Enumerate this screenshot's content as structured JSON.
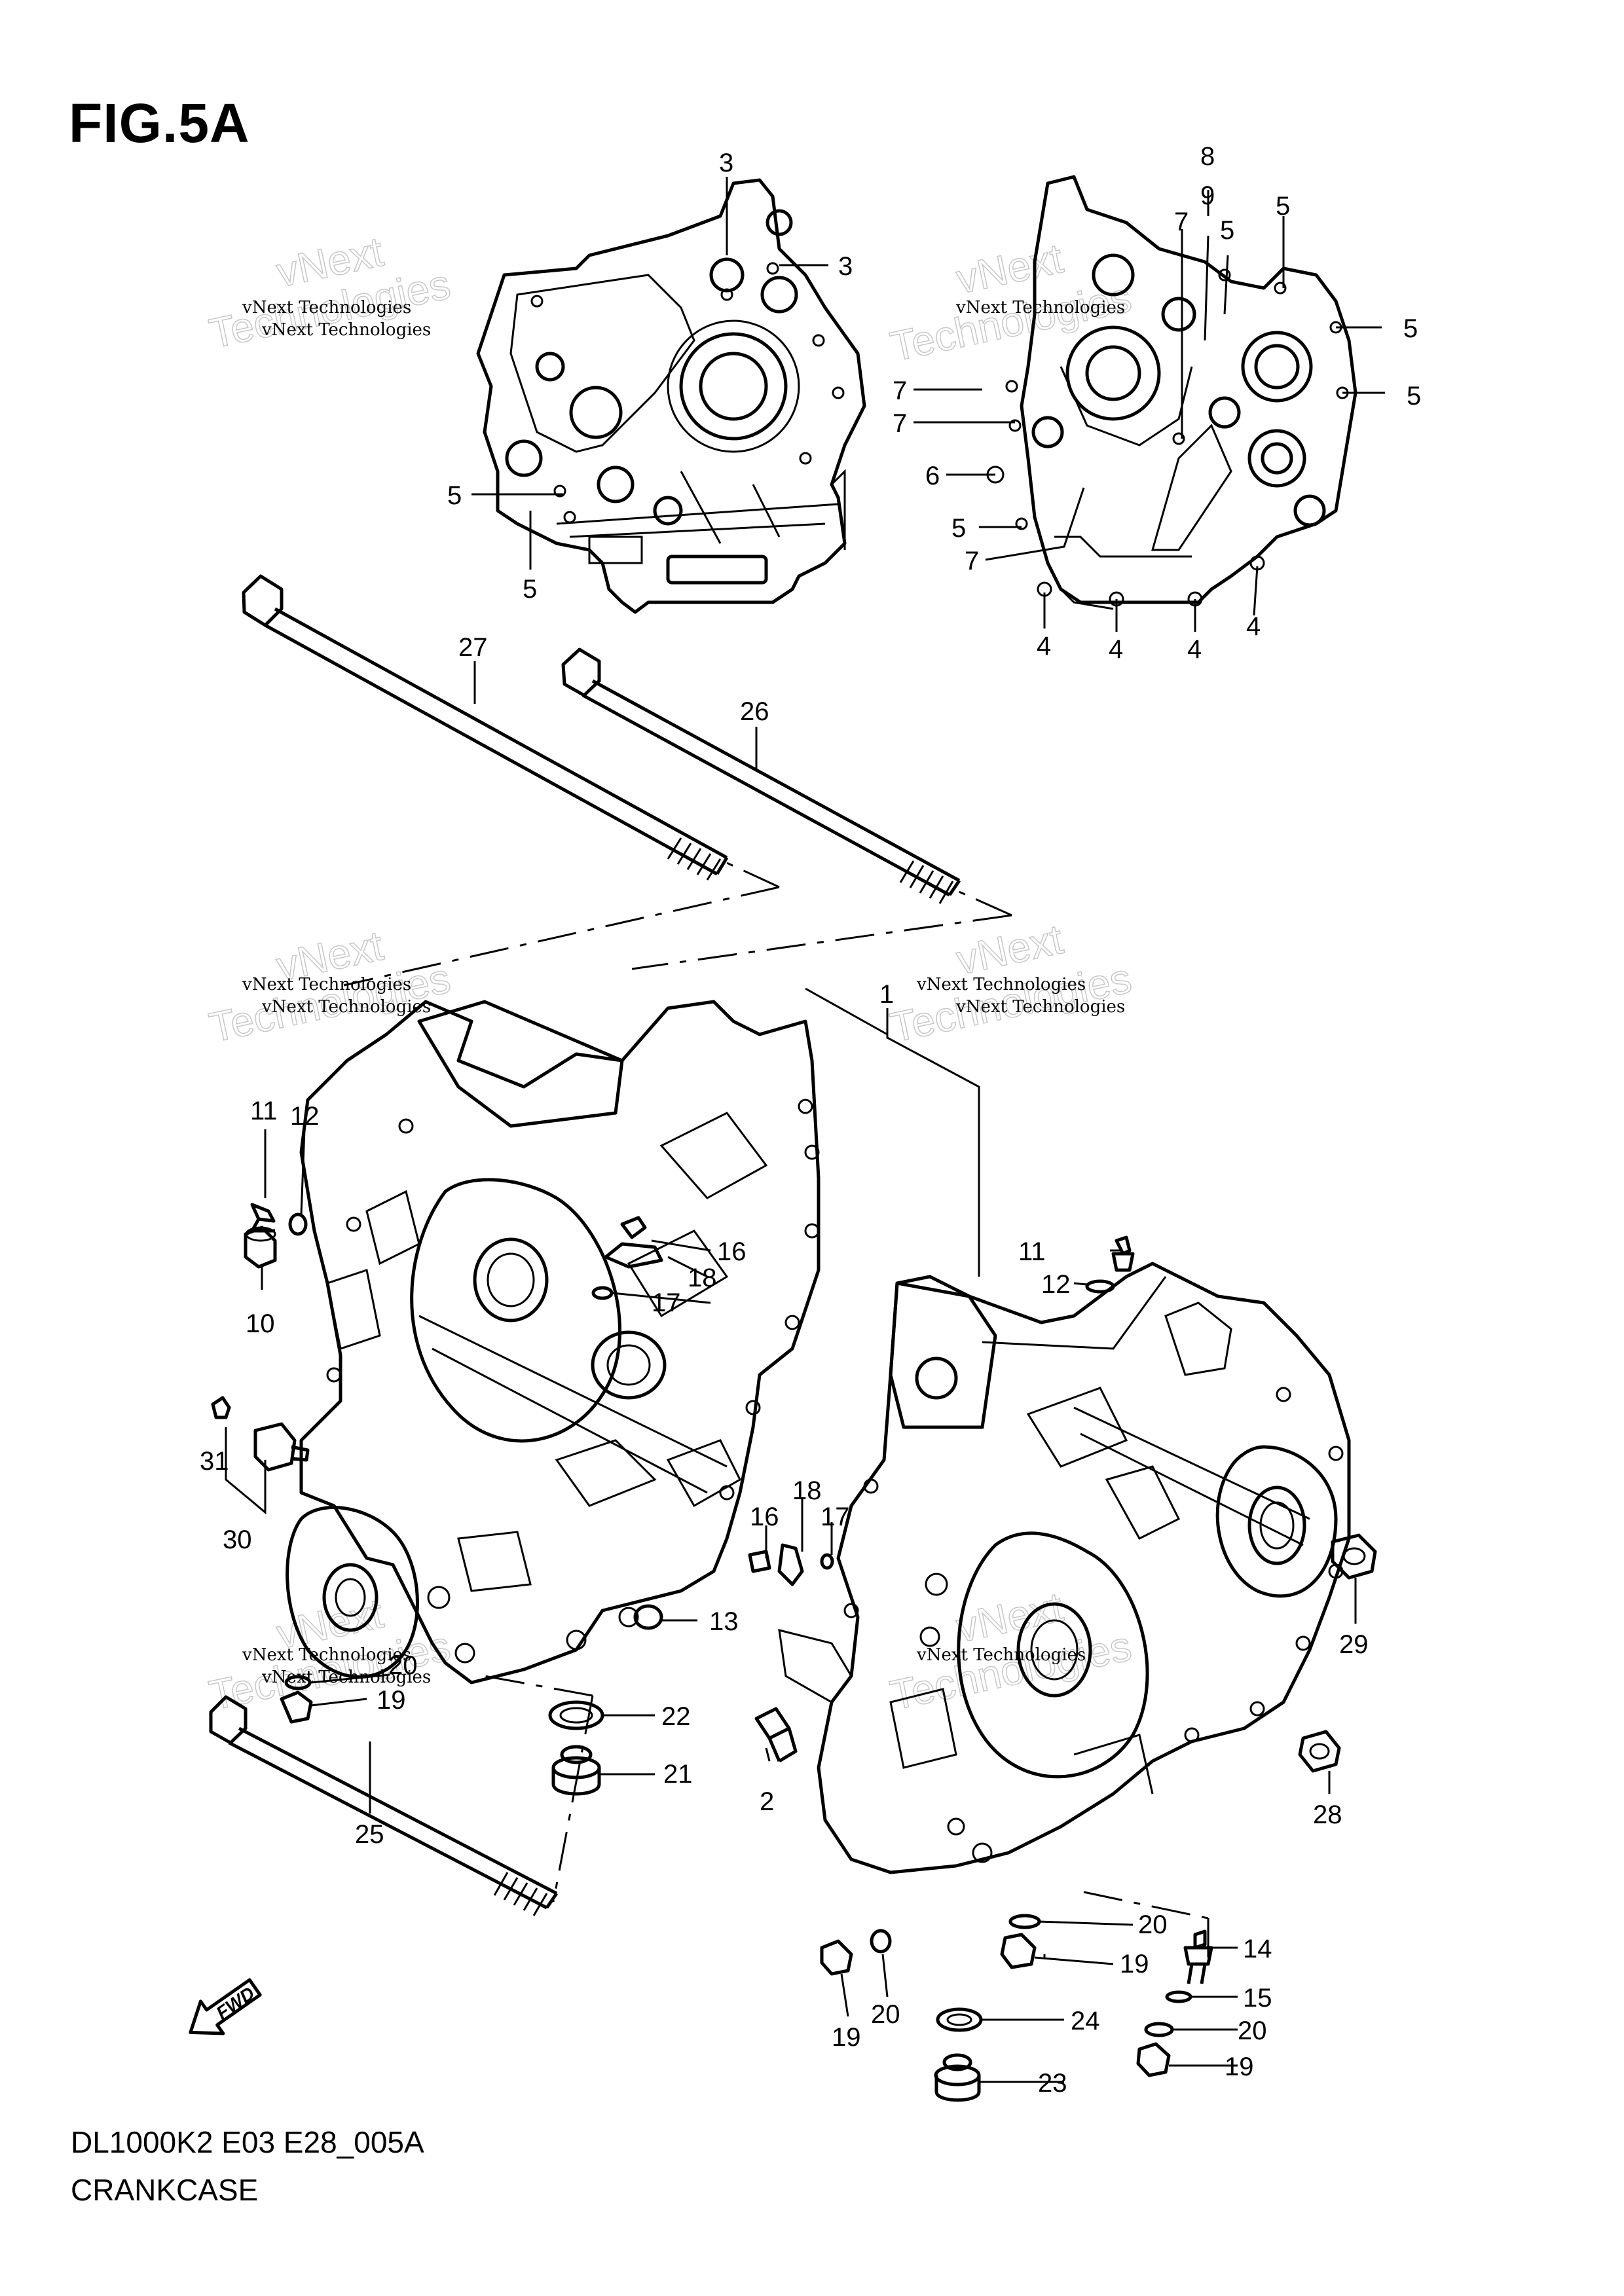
{
  "figure": {
    "title": "FIG.5A",
    "code": "DL1000K2 E03 E28_005A",
    "name": "CRANKCASE"
  },
  "watermarks": [
    {
      "brand": "vNext Technologies",
      "big": "Technologies",
      "small": "vNext"
    },
    {
      "brand": "vNext Technologies",
      "big": "Technologies",
      "small": "vNext"
    },
    {
      "brand": "vNext Technologies",
      "big": "Technologies",
      "small": "vNext"
    },
    {
      "brand": "vNext Technologies",
      "big": "Technologies",
      "small": "vNext"
    },
    {
      "brand": "vNext Technologies",
      "big": "Technologies",
      "small": "vNext"
    },
    {
      "brand": "vNext Technologies",
      "big": "Technologies",
      "small": "vNext"
    }
  ],
  "fwd_label": "FWD",
  "callouts": [
    {
      "id": "c3a",
      "label": "3"
    },
    {
      "id": "c3b",
      "label": "3"
    },
    {
      "id": "c5a",
      "label": "5"
    },
    {
      "id": "c5b",
      "label": "5"
    },
    {
      "id": "c8",
      "label": "8"
    },
    {
      "id": "c9",
      "label": "9"
    },
    {
      "id": "c7a",
      "label": "7"
    },
    {
      "id": "c5c",
      "label": "5"
    },
    {
      "id": "c5d",
      "label": "5"
    },
    {
      "id": "c5e",
      "label": "5"
    },
    {
      "id": "c5f",
      "label": "5"
    },
    {
      "id": "c7b",
      "label": "7"
    },
    {
      "id": "c7c",
      "label": "7"
    },
    {
      "id": "c6",
      "label": "6"
    },
    {
      "id": "c5g",
      "label": "5"
    },
    {
      "id": "c7d",
      "label": "7"
    },
    {
      "id": "c4a",
      "label": "4"
    },
    {
      "id": "c4b",
      "label": "4"
    },
    {
      "id": "c4c",
      "label": "4"
    },
    {
      "id": "c4d",
      "label": "4"
    },
    {
      "id": "c27",
      "label": "27"
    },
    {
      "id": "c26",
      "label": "26"
    },
    {
      "id": "c1",
      "label": "1"
    },
    {
      "id": "c11a",
      "label": "11"
    },
    {
      "id": "c12a",
      "label": "12"
    },
    {
      "id": "c10",
      "label": "10"
    },
    {
      "id": "c16a",
      "label": "16"
    },
    {
      "id": "c18a",
      "label": "18"
    },
    {
      "id": "c17a",
      "label": "17"
    },
    {
      "id": "c11b",
      "label": "11"
    },
    {
      "id": "c12b",
      "label": "12"
    },
    {
      "id": "c31",
      "label": "31"
    },
    {
      "id": "c30",
      "label": "30"
    },
    {
      "id": "c18b",
      "label": "18"
    },
    {
      "id": "c16b",
      "label": "16"
    },
    {
      "id": "c17b",
      "label": "17"
    },
    {
      "id": "c13",
      "label": "13"
    },
    {
      "id": "c29",
      "label": "29"
    },
    {
      "id": "c20a",
      "label": "20"
    },
    {
      "id": "c19a",
      "label": "19"
    },
    {
      "id": "c22",
      "label": "22"
    },
    {
      "id": "c21",
      "label": "21"
    },
    {
      "id": "c2",
      "label": "2"
    },
    {
      "id": "c28",
      "label": "28"
    },
    {
      "id": "c25",
      "label": "25"
    },
    {
      "id": "c20b",
      "label": "20"
    },
    {
      "id": "c19b",
      "label": "19"
    },
    {
      "id": "c14",
      "label": "14"
    },
    {
      "id": "c15",
      "label": "15"
    },
    {
      "id": "c20c",
      "label": "20"
    },
    {
      "id": "c19c",
      "label": "19"
    },
    {
      "id": "c24",
      "label": "24"
    },
    {
      "id": "c23",
      "label": "23"
    },
    {
      "id": "c19d",
      "label": "19"
    },
    {
      "id": "c20d",
      "label": "20"
    }
  ]
}
